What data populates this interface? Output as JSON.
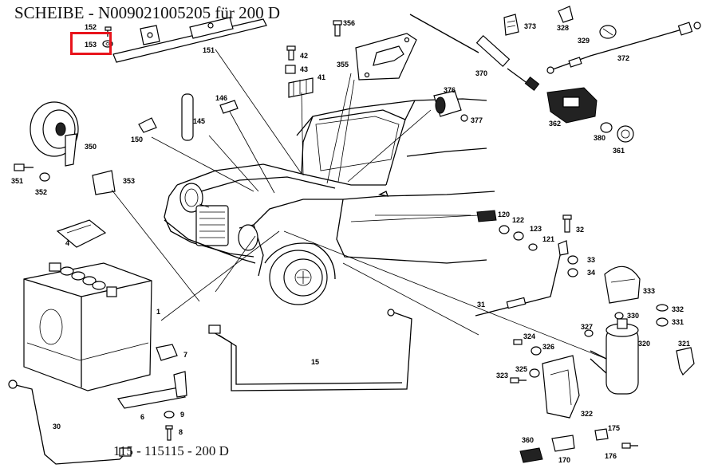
{
  "header": {
    "title": "SCHEIBE - N009021005205 für 200 D"
  },
  "footer": {
    "model_text": "115 - 115115 - 200 D"
  },
  "highlight": {
    "part_number": "153",
    "color": "#e8141c"
  },
  "parts": [
    {
      "id": "152",
      "label": "152"
    },
    {
      "id": "153",
      "label": "153"
    },
    {
      "id": "151",
      "label": "151"
    },
    {
      "id": "356",
      "label": "356"
    },
    {
      "id": "42",
      "label": "42"
    },
    {
      "id": "43",
      "label": "43"
    },
    {
      "id": "41",
      "label": "41"
    },
    {
      "id": "355",
      "label": "355"
    },
    {
      "id": "370",
      "label": "370"
    },
    {
      "id": "373",
      "label": "373"
    },
    {
      "id": "328",
      "label": "328"
    },
    {
      "id": "329",
      "label": "329"
    },
    {
      "id": "372",
      "label": "372"
    },
    {
      "id": "376",
      "label": "376"
    },
    {
      "id": "377",
      "label": "377"
    },
    {
      "id": "362",
      "label": "362"
    },
    {
      "id": "380",
      "label": "380"
    },
    {
      "id": "361",
      "label": "361"
    },
    {
      "id": "146",
      "label": "146"
    },
    {
      "id": "145",
      "label": "145"
    },
    {
      "id": "150",
      "label": "150"
    },
    {
      "id": "350",
      "label": "350"
    },
    {
      "id": "351",
      "label": "351"
    },
    {
      "id": "352",
      "label": "352"
    },
    {
      "id": "353",
      "label": "353"
    },
    {
      "id": "4",
      "label": "4"
    },
    {
      "id": "1",
      "label": "1"
    },
    {
      "id": "120",
      "label": "120"
    },
    {
      "id": "122",
      "label": "122"
    },
    {
      "id": "123",
      "label": "123"
    },
    {
      "id": "121",
      "label": "121"
    },
    {
      "id": "32",
      "label": "32"
    },
    {
      "id": "33",
      "label": "33"
    },
    {
      "id": "34",
      "label": "34"
    },
    {
      "id": "333",
      "label": "333"
    },
    {
      "id": "31",
      "label": "31"
    },
    {
      "id": "332",
      "label": "332"
    },
    {
      "id": "331",
      "label": "331"
    },
    {
      "id": "330",
      "label": "330"
    },
    {
      "id": "327",
      "label": "327"
    },
    {
      "id": "324",
      "label": "324"
    },
    {
      "id": "326",
      "label": "326"
    },
    {
      "id": "320",
      "label": "320"
    },
    {
      "id": "321",
      "label": "321"
    },
    {
      "id": "325",
      "label": "325"
    },
    {
      "id": "323",
      "label": "323"
    },
    {
      "id": "322",
      "label": "322"
    },
    {
      "id": "7",
      "label": "7"
    },
    {
      "id": "15",
      "label": "15"
    },
    {
      "id": "6",
      "label": "6"
    },
    {
      "id": "9",
      "label": "9"
    },
    {
      "id": "8",
      "label": "8"
    },
    {
      "id": "30",
      "label": "30"
    },
    {
      "id": "360",
      "label": "360"
    },
    {
      "id": "170",
      "label": "170"
    },
    {
      "id": "175",
      "label": "175"
    },
    {
      "id": "176",
      "label": "176"
    }
  ]
}
